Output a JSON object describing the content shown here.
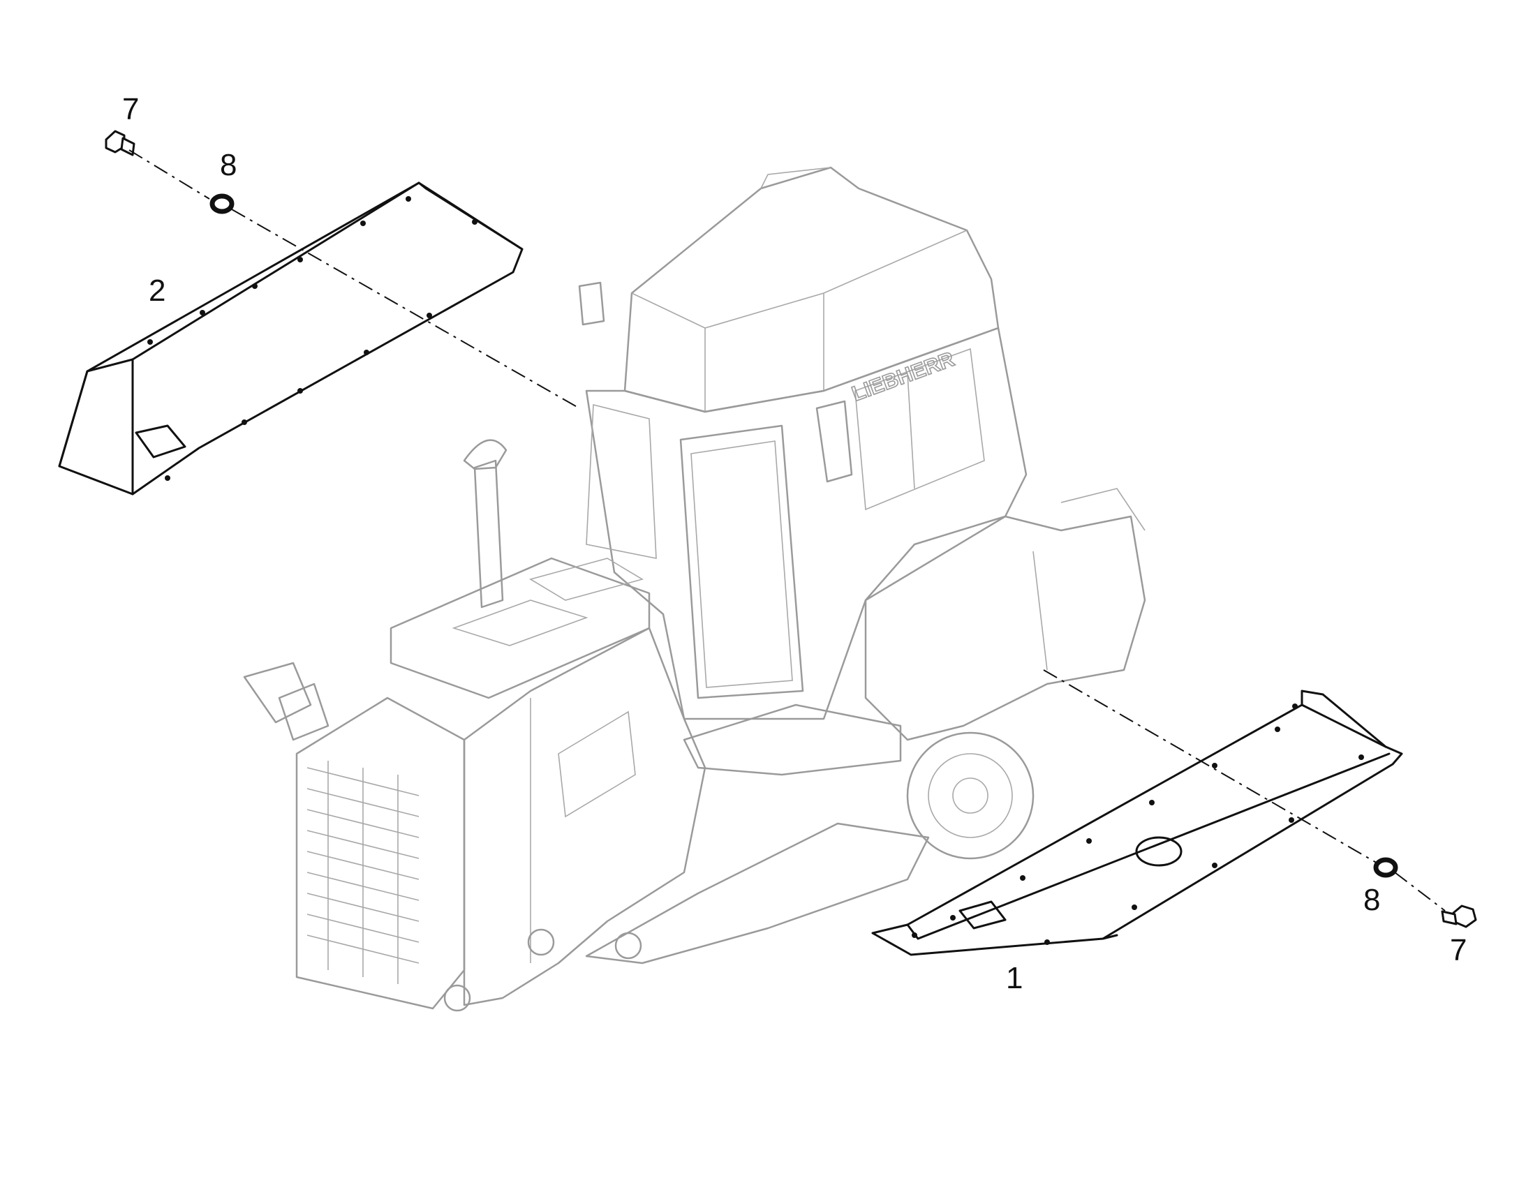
{
  "callouts": {
    "screw_top": "7",
    "washer_top": "8",
    "cover_top": "2",
    "cover_bottom": "1",
    "washer_bottom": "8",
    "screw_bottom": "7"
  },
  "brand_on_cab": "LIEBHERR",
  "colors": {
    "part_line": "#111111",
    "machine_line": "#9a9a9a",
    "background": "#ffffff"
  }
}
